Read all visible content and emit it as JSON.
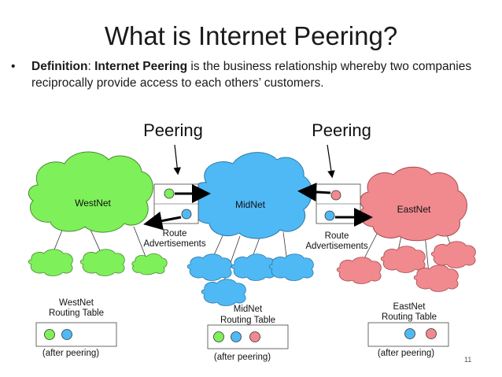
{
  "slide": {
    "title": "What is Internet Peering?",
    "bullet_marker": "•",
    "definition_label": "Definition",
    "definition_sep": ": ",
    "definition_term": "Internet Peering",
    "definition_text": " is the business relationship whereby two companies reciprocally provide access to each others’ customers.",
    "page_number": "11"
  },
  "diagram": {
    "peering_labels": [
      "Peering",
      "Peering"
    ],
    "route_ads": [
      {
        "line1": "Route",
        "line2": "Advertisements"
      },
      {
        "line1": "Route",
        "line2": "Advertisements"
      }
    ],
    "networks": [
      {
        "name": "WestNet",
        "color": "#7ef05a"
      },
      {
        "name": "MidNet",
        "color": "#4fb9f5"
      },
      {
        "name": "EastNet",
        "color": "#f08a8f"
      }
    ],
    "tables": [
      {
        "line1": "WestNet",
        "line2": "Routing Table",
        "caption": "(after peering)",
        "dots": [
          "green",
          "blue"
        ]
      },
      {
        "line1": "MidNet",
        "line2": "Routing Table",
        "caption": "(after peering)",
        "dots": [
          "green",
          "blue",
          "red"
        ]
      },
      {
        "line1": "EastNet",
        "line2": "Routing Table",
        "caption": "(after peering)",
        "dots": [
          "blue",
          "red"
        ]
      }
    ],
    "colors": {
      "green": "#7ef05a",
      "blue": "#4fb9f5",
      "red": "#f08a8f"
    }
  }
}
